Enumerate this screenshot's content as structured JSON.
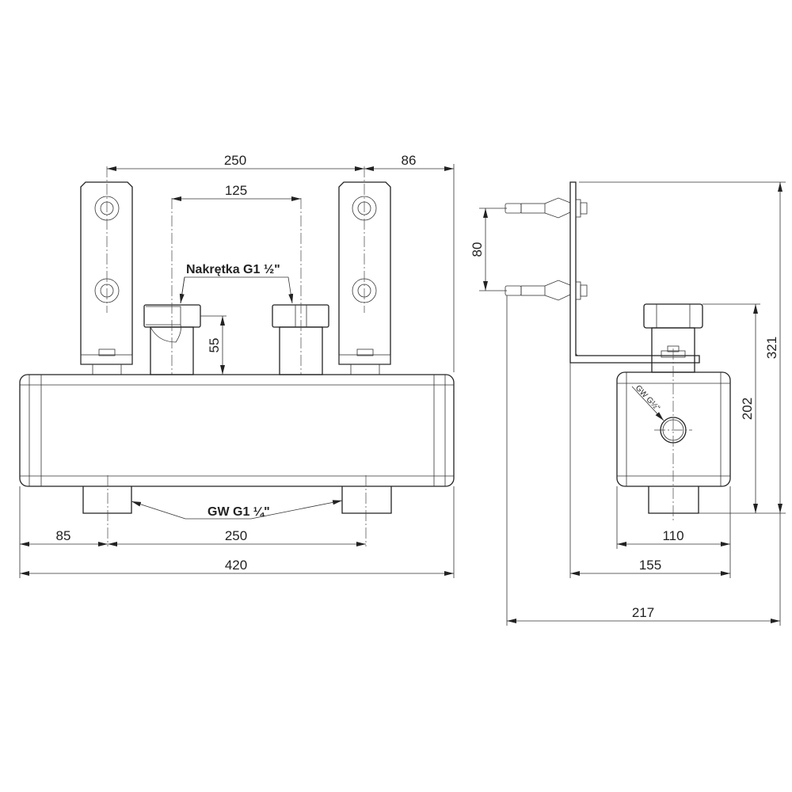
{
  "front_view": {
    "dim_bracket_spacing": "250",
    "dim_bracket_offset": "86",
    "dim_pipe_spacing": "125",
    "dim_pipe_height": "55",
    "label_nut": "Nakrętka G1 ½\"",
    "label_bottom_ports": "GW G1 ¼\"",
    "dim_left_offset": "85",
    "dim_port_spacing": "250",
    "dim_total_width": "420"
  },
  "side_view": {
    "dim_anchor_spacing": "80",
    "dim_total_height": "321",
    "dim_body_height": "202",
    "label_side_port": "GW G½\"",
    "dim_body_depth": "110",
    "dim_wall_to_body": "155",
    "dim_total_depth": "217"
  },
  "colors": {
    "line": "#222222",
    "background": "#ffffff"
  }
}
